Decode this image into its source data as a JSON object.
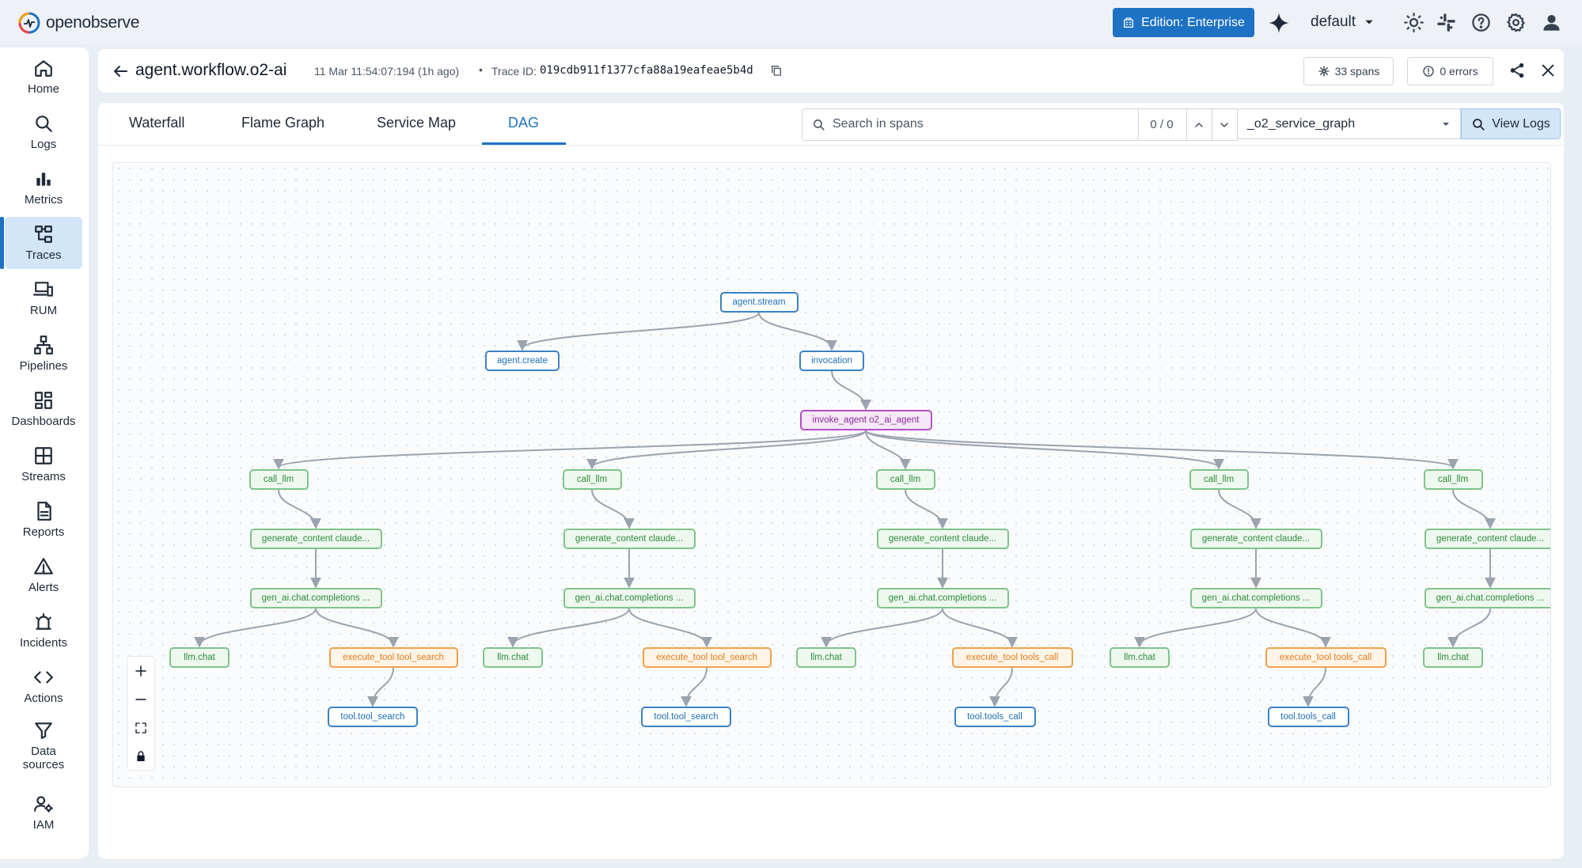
{
  "app": {
    "logo_text": "openobserve",
    "accent": "#1d72c4"
  },
  "topbar": {
    "edition_label": "Edition: Enterprise",
    "org": "default"
  },
  "sidebar": {
    "items": [
      {
        "label": "Home",
        "icon": "home-icon"
      },
      {
        "label": "Logs",
        "icon": "search-icon"
      },
      {
        "label": "Metrics",
        "icon": "bar-chart-icon"
      },
      {
        "label": "Traces",
        "icon": "traces-icon",
        "active": true
      },
      {
        "label": "RUM",
        "icon": "devices-icon"
      },
      {
        "label": "Pipelines",
        "icon": "pipeline-icon"
      },
      {
        "label": "Dashboards",
        "icon": "dashboard-icon"
      },
      {
        "label": "Streams",
        "icon": "streams-icon"
      },
      {
        "label": "Reports",
        "icon": "report-icon"
      },
      {
        "label": "Alerts",
        "icon": "alert-icon"
      },
      {
        "label": "Incidents",
        "icon": "incident-icon"
      },
      {
        "label": "Actions",
        "icon": "code-icon"
      },
      {
        "label": "Data sources",
        "icon": "filter-icon"
      },
      {
        "label": "IAM",
        "icon": "user-gear-icon"
      }
    ]
  },
  "header": {
    "title": "agent.workflow.o2-ai",
    "time": "11 Mar 11:54:07:194 (1h ago)",
    "separator": "•",
    "trace_id_label": "Trace ID:",
    "trace_id": "019cdb911f1377cfa88a19eafeae5b4d",
    "spans_label": "33 spans",
    "errors_label": "0 errors"
  },
  "tabs": [
    {
      "label": "Waterfall"
    },
    {
      "label": "Flame Graph"
    },
    {
      "label": "Service Map"
    },
    {
      "label": "DAG",
      "active": true
    }
  ],
  "search": {
    "placeholder": "Search in spans",
    "value": "",
    "count": "0 / 0"
  },
  "stream_select": {
    "value": "_o2_service_graph"
  },
  "view_logs_label": "View Logs",
  "dag": {
    "nodes": [
      {
        "label": "agent.stream",
        "kind": "blue"
      },
      {
        "label": "agent.create",
        "kind": "blue"
      },
      {
        "label": "invocation",
        "kind": "blue"
      },
      {
        "label": "invoke_agent o2_ai_agent",
        "kind": "purple"
      },
      {
        "label": "call_llm",
        "kind": "green"
      },
      {
        "label": "call_llm",
        "kind": "green"
      },
      {
        "label": "call_llm",
        "kind": "green"
      },
      {
        "label": "call_llm",
        "kind": "green"
      },
      {
        "label": "call_llm",
        "kind": "green"
      },
      {
        "label": "generate_content claude...",
        "kind": "green"
      },
      {
        "label": "generate_content claude...",
        "kind": "green"
      },
      {
        "label": "generate_content claude...",
        "kind": "green"
      },
      {
        "label": "generate_content claude...",
        "kind": "green"
      },
      {
        "label": "generate_content claude...",
        "kind": "green"
      },
      {
        "label": "gen_ai.chat.completions ...",
        "kind": "green"
      },
      {
        "label": "gen_ai.chat.completions ...",
        "kind": "green"
      },
      {
        "label": "gen_ai.chat.completions ...",
        "kind": "green"
      },
      {
        "label": "gen_ai.chat.completions ...",
        "kind": "green"
      },
      {
        "label": "gen_ai.chat.completions ...",
        "kind": "green"
      },
      {
        "label": "llm.chat",
        "kind": "green"
      },
      {
        "label": "execute_tool tool_search",
        "kind": "orange"
      },
      {
        "label": "llm.chat",
        "kind": "green"
      },
      {
        "label": "execute_tool tool_search",
        "kind": "orange"
      },
      {
        "label": "llm.chat",
        "kind": "green"
      },
      {
        "label": "execute_tool tools_call",
        "kind": "orange"
      },
      {
        "label": "llm.chat",
        "kind": "green"
      },
      {
        "label": "execute_tool tools_call",
        "kind": "orange"
      },
      {
        "label": "llm.chat",
        "kind": "green"
      },
      {
        "label": "tool.tool_search",
        "kind": "blue"
      },
      {
        "label": "tool.tool_search",
        "kind": "blue"
      },
      {
        "label": "tool.tools_call",
        "kind": "blue"
      },
      {
        "label": "tool.tools_call",
        "kind": "blue"
      }
    ]
  }
}
